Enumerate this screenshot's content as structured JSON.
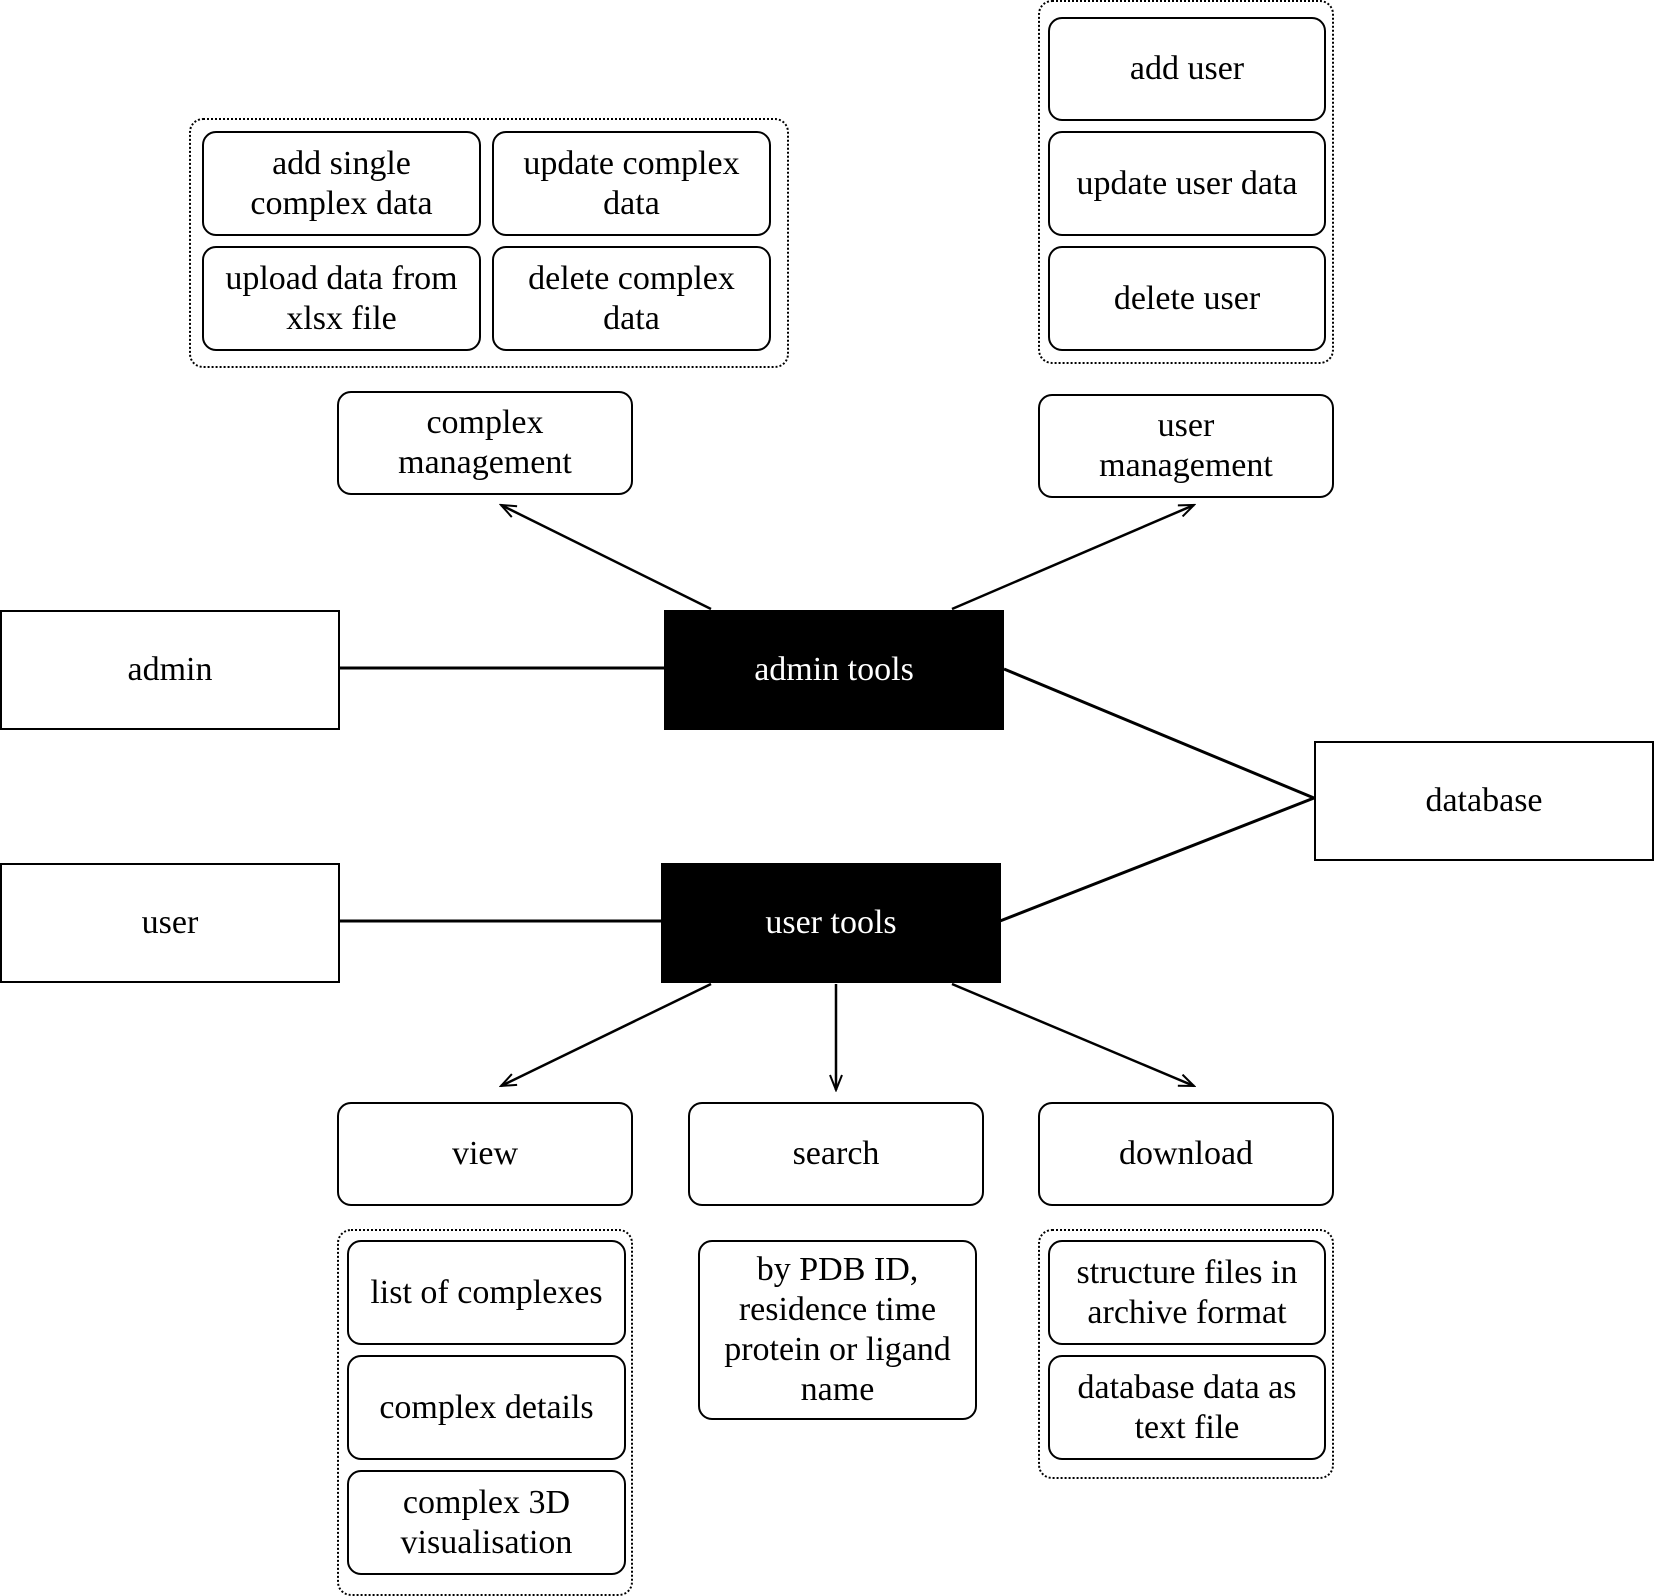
{
  "nodes": {
    "admin": "admin",
    "user": "user",
    "admin_tools": "admin tools",
    "user_tools": "user tools",
    "database": "database",
    "complex_management": "complex management",
    "user_management": "user management",
    "view": "view",
    "search": "search",
    "download": "download"
  },
  "complex_management_actions": {
    "add_single": "add single complex data",
    "update_complex": "update complex data",
    "upload_xlsx": "upload data from xlsx file",
    "delete_complex": "delete complex data"
  },
  "user_management_actions": {
    "add_user": "add user",
    "update_user": "update user data",
    "delete_user": "delete user"
  },
  "view_items": {
    "list": "list of complexes",
    "details": "complex details",
    "visualisation": "complex 3D visualisation"
  },
  "search_criteria": "by PDB ID, residence time protein or ligand name",
  "download_items": {
    "structure_files": "structure files in archive format",
    "database_text": "database data as text file"
  },
  "edges": [
    {
      "from": "admin",
      "to": "admin tools",
      "type": "line"
    },
    {
      "from": "user",
      "to": "user tools",
      "type": "line"
    },
    {
      "from": "admin tools",
      "to": "database",
      "type": "line"
    },
    {
      "from": "user tools",
      "to": "database",
      "type": "line"
    },
    {
      "from": "admin tools",
      "to": "complex management",
      "type": "arrow"
    },
    {
      "from": "admin tools",
      "to": "user management",
      "type": "arrow"
    },
    {
      "from": "user tools",
      "to": "view",
      "type": "arrow"
    },
    {
      "from": "user tools",
      "to": "search",
      "type": "arrow"
    },
    {
      "from": "user tools",
      "to": "download",
      "type": "arrow"
    }
  ]
}
